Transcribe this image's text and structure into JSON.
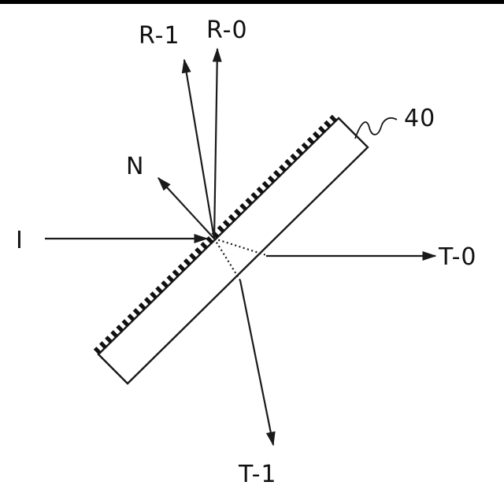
{
  "figure": {
    "background_color": "#ffffff",
    "line_color": "#1a1a1a",
    "top_border_color": "#000000",
    "labels": {
      "incident": "I",
      "normal": "N",
      "reflected_order_1": "R-1",
      "reflected_order_0": "R-0",
      "transmitted_order_0": "T-0",
      "transmitted_order_1": "T-1",
      "reference_number": "40"
    }
  }
}
